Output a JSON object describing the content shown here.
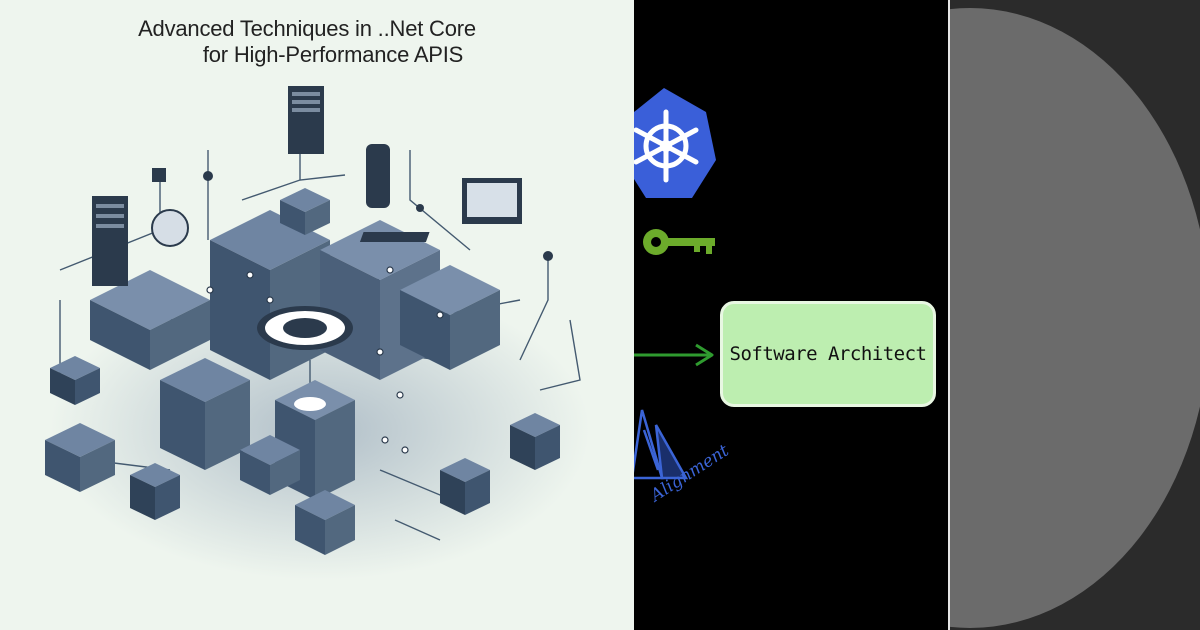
{
  "left_panel": {
    "title_line_1": "Advanced Techniques in ..Net Core",
    "title_line_2": "for High-Performance APIS"
  },
  "middle_panel": {
    "box_label": "Software Architect",
    "handwritten_label": "Alignment",
    "colors": {
      "background": "#000000",
      "box_fill": "#bdeeb0",
      "arrow": "#2f9b2f",
      "key": "#6cab2b",
      "kubernetes": "#3a5fd9",
      "handwriting": "#3b64d6"
    },
    "icons": [
      "kubernetes-icon",
      "key-icon",
      "arrow-right-icon",
      "azure-icon"
    ]
  },
  "right_panel": {
    "colors": {
      "background": "#2b2b2b",
      "circle": "#6b6b6b"
    }
  }
}
